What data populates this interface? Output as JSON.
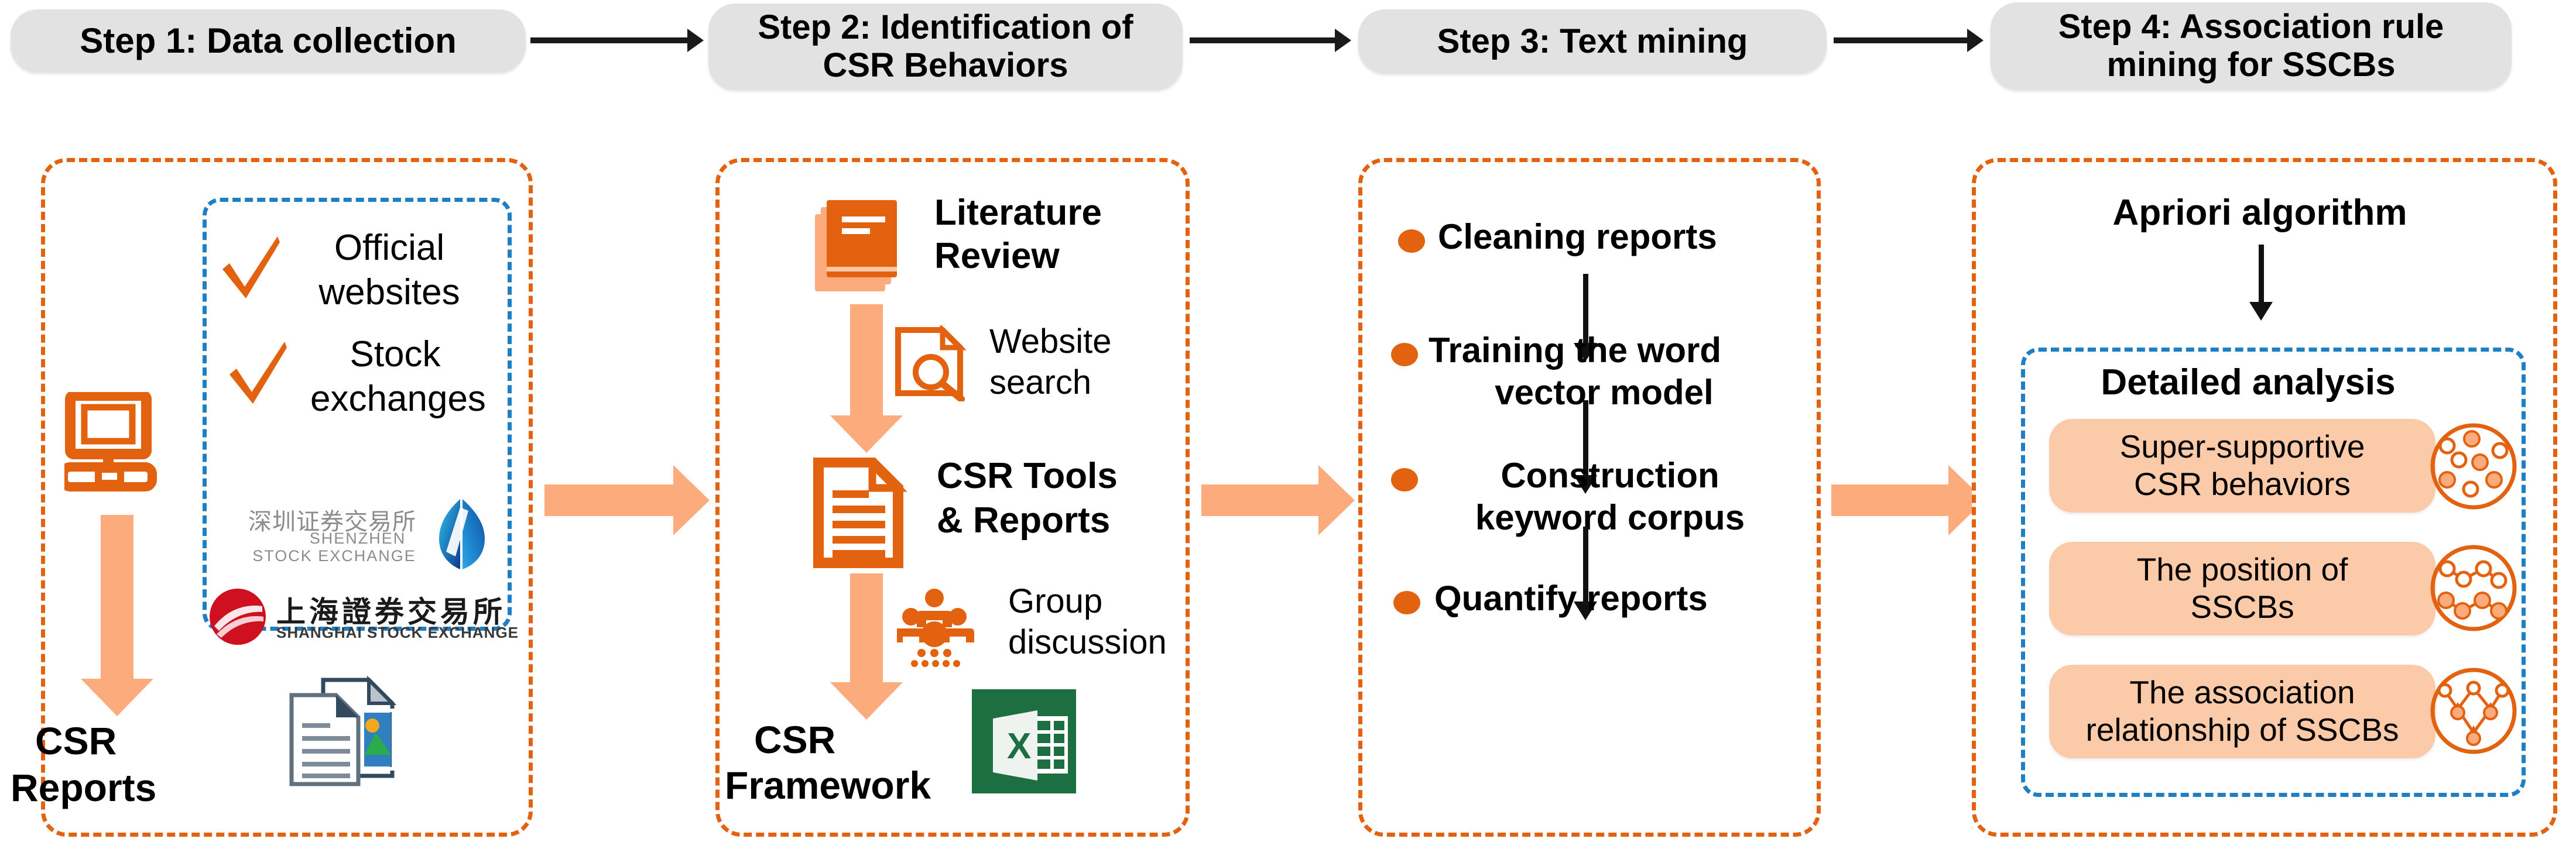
{
  "header": {
    "steps": [
      {
        "id": "step-1",
        "label": "Step 1: Data collection",
        "lines": [
          "Step 1: Data collection"
        ]
      },
      {
        "id": "step-2",
        "label": "Step 2: Identification of CSR Behaviors",
        "lines": [
          "Step 2: Identification of",
          "CSR Behaviors"
        ]
      },
      {
        "id": "step-3",
        "label": "Step 3:  Text mining",
        "lines": [
          "Step 3:  Text mining"
        ]
      },
      {
        "id": "step-4",
        "label": "Step 4: Association rule mining for SSCBs",
        "lines": [
          "Step 4: Association rule",
          "mining for SSCBs"
        ]
      }
    ]
  },
  "panel1": {
    "sources": [
      {
        "icon": "check-icon",
        "lines": [
          "Official",
          "websites"
        ]
      },
      {
        "icon": "check-icon",
        "lines": [
          "Stock",
          "exchanges"
        ]
      }
    ],
    "logos": [
      {
        "name": "shenzhen-stock-exchange-logo",
        "cn": "深圳证券交易所",
        "en_line1": "SHENZHEN",
        "en_line2": "STOCK EXCHANGE"
      },
      {
        "name": "shanghai-stock-exchange-logo",
        "cn": "上海證券交易所",
        "en": "SHANGHAI STOCK EXCHANGE"
      }
    ],
    "monitor_icon": "computer-monitor-icon",
    "documents_icon": "documents-icon",
    "output_lines": [
      "CSR",
      "Reports"
    ]
  },
  "panel2": {
    "nodes": [
      {
        "icon": "book-stack-icon",
        "lines": [
          "Literature",
          "Review"
        ],
        "bold": true
      },
      {
        "icon": "website-search-icon",
        "lines": [
          "Website",
          "search"
        ],
        "bold": false
      },
      {
        "icon": "document-lines-icon",
        "lines": [
          "CSR Tools",
          "& Reports"
        ],
        "bold": true
      },
      {
        "icon": "group-discussion-icon",
        "lines": [
          "Group",
          "discussion"
        ],
        "bold": false
      },
      {
        "icon": "excel-icon",
        "lines": [
          "CSR",
          "Framework"
        ],
        "bold": true
      }
    ]
  },
  "panel3": {
    "steps": [
      {
        "bullet": "bullet-icon",
        "lines": [
          "Cleaning reports"
        ]
      },
      {
        "bullet": "bullet-icon",
        "lines": [
          "Training the word",
          "vector model"
        ]
      },
      {
        "bullet": "bullet-icon",
        "lines": [
          "Construction",
          "keyword corpus"
        ]
      },
      {
        "bullet": "bullet-icon",
        "lines": [
          "Quantify reports"
        ]
      }
    ]
  },
  "panel4": {
    "algorithm_title": "Apriori algorithm",
    "analysis_title": "Detailed analysis",
    "items": [
      {
        "lines": [
          "Super-supportive",
          "CSR behaviors"
        ],
        "icon": "scatter-nodes-circle-icon"
      },
      {
        "lines": [
          "The position of",
          "SSCBs"
        ],
        "icon": "linked-nodes-circle-icon"
      },
      {
        "lines": [
          "The association",
          "relationship of SSCBs"
        ],
        "icon": "association-network-circle-icon"
      }
    ]
  },
  "colors": {
    "orange": "#e2620f",
    "light_orange": "#fcab7d",
    "pill_orange": "#fbcaa8",
    "blue": "#1f7fc4",
    "header_gray": "#e2e2e2",
    "excel_green": "#1d6f42",
    "black": "#111111"
  }
}
